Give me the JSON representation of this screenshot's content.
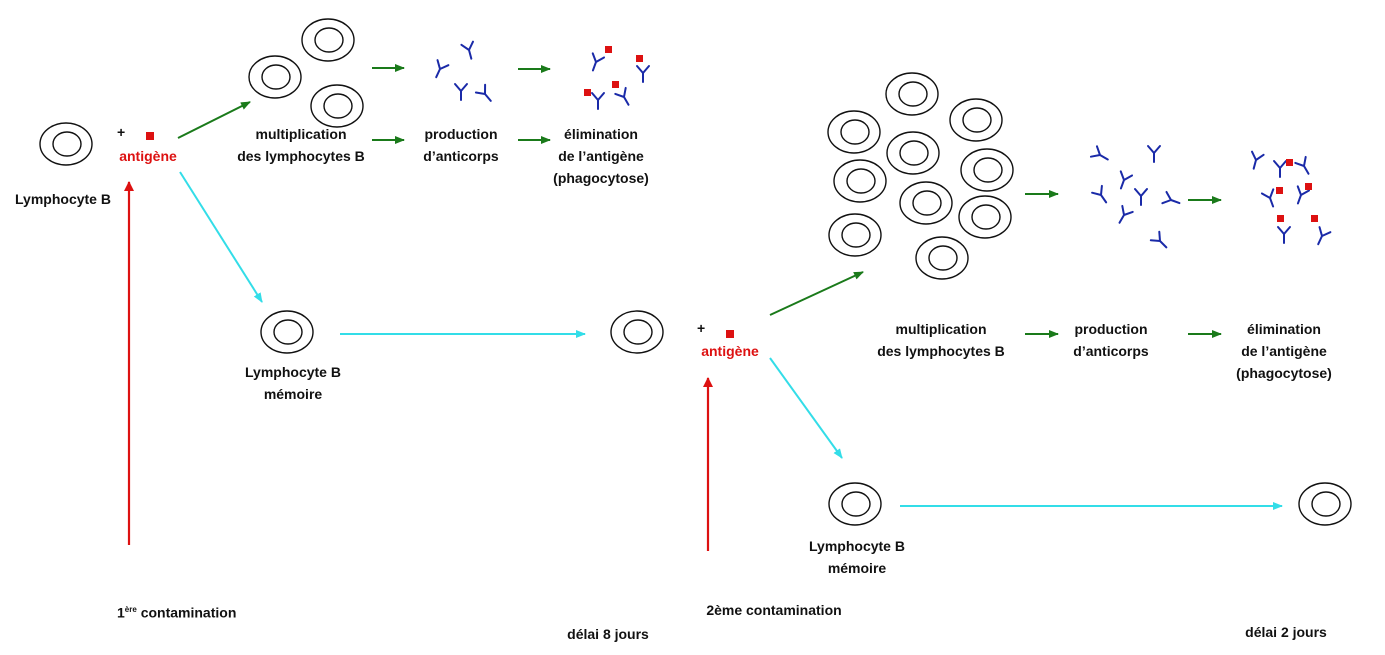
{
  "colors": {
    "green_arrow": "#1a7a1a",
    "cyan_arrow": "#33dde8",
    "red_arrow": "#dd1111",
    "antigen": "#dd1111",
    "antibody": "#1a2aa8",
    "cell_outline": "#111111"
  },
  "primary": {
    "lymphocyte_label": "Lymphocyte B",
    "plus_sign": "+",
    "antigen_label": "antigène",
    "multiplication_label": [
      "multiplication",
      "des lymphocytes B"
    ],
    "production_label": [
      "production",
      "d’anticorps"
    ],
    "elimination_label": [
      "élimination",
      "de l’antigène",
      "(phagocytose)"
    ],
    "memory_label": [
      "Lymphocyte B",
      "mémoire"
    ],
    "contamination_number": "1",
    "contamination_superscript": "ère",
    "contamination_text": " contamination",
    "delay_label": "délai 8 jours"
  },
  "secondary": {
    "plus_sign": "+",
    "antigen_label": "antigène",
    "multiplication_label": [
      "multiplication",
      "des lymphocytes B"
    ],
    "production_label": [
      "production",
      "d’anticorps"
    ],
    "elimination_label": [
      "élimination",
      "de l’antigène",
      "(phagocytose)"
    ],
    "memory_label": [
      "Lymphocyte B",
      "mémoire"
    ],
    "contamination_label": "2ème contamination",
    "delay_label": "délai 2 jours"
  }
}
